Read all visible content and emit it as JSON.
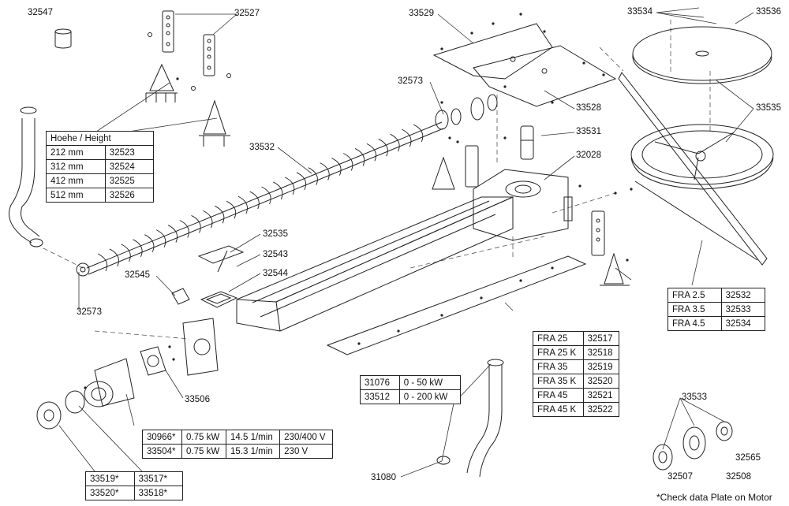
{
  "callouts": {
    "c32547": "32547",
    "c32527": "32527",
    "c33529": "33529",
    "c33534": "33534",
    "c33536": "33536",
    "c32573_top": "32573",
    "c33528": "33528",
    "c33531": "33531",
    "c33535": "33535",
    "c33532": "33532",
    "c32028": "32028",
    "c32535": "32535",
    "c32543": "32543",
    "c32544": "32544",
    "c32545": "32545",
    "c32573_left": "32573",
    "c33506": "33506",
    "c31080": "31080",
    "c33533": "33533",
    "c32565": "32565",
    "c32507": "32507",
    "c32508": "32508"
  },
  "height_table": {
    "header": "Hoehe / Height",
    "rows": [
      {
        "size": "212 mm",
        "part": "32523"
      },
      {
        "size": "312 mm",
        "part": "32524"
      },
      {
        "size": "412 mm",
        "part": "32525"
      },
      {
        "size": "512 mm",
        "part": "32526"
      }
    ]
  },
  "fra_small_table": {
    "rows": [
      {
        "model": "FRA 2.5",
        "part": "32532"
      },
      {
        "model": "FRA 3.5",
        "part": "32533"
      },
      {
        "model": "FRA 4.5",
        "part": "32534"
      }
    ]
  },
  "fra_table": {
    "rows": [
      {
        "model": "FRA 25",
        "part": "32517"
      },
      {
        "model": "FRA 25 K",
        "part": "32518"
      },
      {
        "model": "FRA 35",
        "part": "32519"
      },
      {
        "model": "FRA 35 K",
        "part": "32520"
      },
      {
        "model": "FRA 45",
        "part": "32521"
      },
      {
        "model": "FRA 45 K",
        "part": "32522"
      }
    ]
  },
  "power_table": {
    "rows": [
      {
        "part": "31076",
        "range": "0 - 50 kW"
      },
      {
        "part": "33512",
        "range": "0 - 200 kW"
      }
    ]
  },
  "motor_table": {
    "rows": [
      {
        "part": "30966*",
        "power": "0.75 kW",
        "speed": "14.5 1/min",
        "voltage": "230/400 V"
      },
      {
        "part": "33504*",
        "power": "0.75 kW",
        "speed": "15.3 1/min",
        "voltage": "230 V"
      }
    ]
  },
  "gear_table": {
    "rows": [
      {
        "a": "33519*",
        "b": "33517*"
      },
      {
        "a": "33520*",
        "b": "33518*"
      }
    ]
  },
  "footnote": "*Check data Plate on Motor"
}
